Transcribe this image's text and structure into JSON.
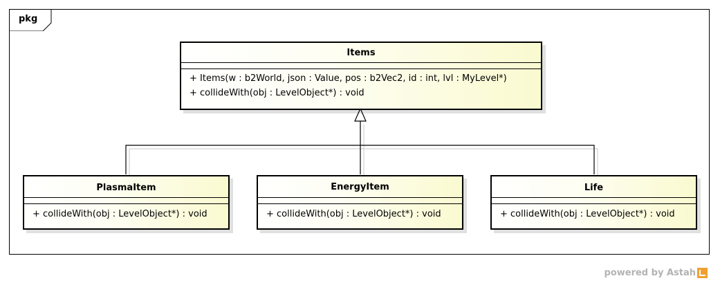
{
  "package": {
    "label": "pkg"
  },
  "classes": {
    "items": {
      "name": "Items",
      "operations": [
        "+ Items(w : b2World, json : Value, pos : b2Vec2, id : int, lvl : MyLevel*)",
        "+ collideWith(obj : LevelObject*) : void"
      ]
    },
    "plasma_item": {
      "name": "PlasmaItem",
      "operations": [
        "+ collideWith(obj : LevelObject*) : void"
      ]
    },
    "energy_item": {
      "name": "EnergyItem",
      "operations": [
        "+ collideWith(obj : LevelObject*) : void"
      ]
    },
    "life": {
      "name": "Life",
      "operations": [
        "+ collideWith(obj : LevelObject*) : void"
      ]
    }
  },
  "footer": {
    "text": "powered by Astah"
  },
  "colors": {
    "class_fill_end": "#fafad0",
    "border": "#000000",
    "footer_text": "#b3b3b3"
  }
}
